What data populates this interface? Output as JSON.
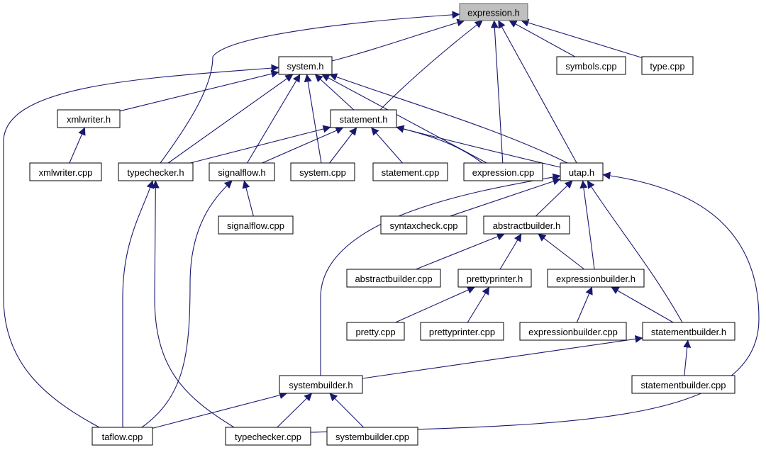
{
  "diagram": {
    "nodes": [
      {
        "id": "expression_h",
        "label": "expression.h",
        "root": true
      },
      {
        "id": "system_h",
        "label": "system.h"
      },
      {
        "id": "symbols_cpp",
        "label": "symbols.cpp"
      },
      {
        "id": "type_cpp",
        "label": "type.cpp"
      },
      {
        "id": "xmlwriter_h",
        "label": "xmlwriter.h"
      },
      {
        "id": "statement_h",
        "label": "statement.h"
      },
      {
        "id": "xmlwriter_cpp",
        "label": "xmlwriter.cpp"
      },
      {
        "id": "typechecker_h",
        "label": "typechecker.h"
      },
      {
        "id": "signalflow_h",
        "label": "signalflow.h"
      },
      {
        "id": "system_cpp",
        "label": "system.cpp"
      },
      {
        "id": "statement_cpp",
        "label": "statement.cpp"
      },
      {
        "id": "expression_cpp",
        "label": "expression.cpp"
      },
      {
        "id": "utap_h",
        "label": "utap.h"
      },
      {
        "id": "signalflow_cpp",
        "label": "signalflow.cpp"
      },
      {
        "id": "syntaxcheck_cpp",
        "label": "syntaxcheck.cpp"
      },
      {
        "id": "abstractbuilder_h",
        "label": "abstractbuilder.h"
      },
      {
        "id": "abstractbuilder_cpp",
        "label": "abstractbuilder.cpp"
      },
      {
        "id": "prettyprinter_h",
        "label": "prettyprinter.h"
      },
      {
        "id": "expressionbuilder_h",
        "label": "expressionbuilder.h"
      },
      {
        "id": "pretty_cpp",
        "label": "pretty.cpp"
      },
      {
        "id": "prettyprinter_cpp",
        "label": "prettyprinter.cpp"
      },
      {
        "id": "expressionbuilder_cpp",
        "label": "expressionbuilder.cpp"
      },
      {
        "id": "statementbuilder_h",
        "label": "statementbuilder.h"
      },
      {
        "id": "systembuilder_h",
        "label": "systembuilder.h"
      },
      {
        "id": "statementbuilder_cpp",
        "label": "statementbuilder.cpp"
      },
      {
        "id": "taflow_cpp",
        "label": "taflow.cpp"
      },
      {
        "id": "typechecker_cpp",
        "label": "typechecker.cpp"
      },
      {
        "id": "systembuilder_cpp",
        "label": "systembuilder.cpp"
      }
    ],
    "edges": [
      {
        "from": "system_h",
        "to": "expression_h"
      },
      {
        "from": "symbols_cpp",
        "to": "expression_h"
      },
      {
        "from": "type_cpp",
        "to": "expression_h"
      },
      {
        "from": "statement_h",
        "to": "expression_h"
      },
      {
        "from": "typechecker_h",
        "to": "expression_h"
      },
      {
        "from": "expression_cpp",
        "to": "expression_h"
      },
      {
        "from": "utap_h",
        "to": "expression_h"
      },
      {
        "from": "xmlwriter_h",
        "to": "system_h"
      },
      {
        "from": "statement_h",
        "to": "system_h"
      },
      {
        "from": "typechecker_h",
        "to": "system_h"
      },
      {
        "from": "signalflow_h",
        "to": "system_h"
      },
      {
        "from": "system_cpp",
        "to": "system_h"
      },
      {
        "from": "expression_cpp",
        "to": "system_h"
      },
      {
        "from": "utap_h",
        "to": "system_h"
      },
      {
        "from": "taflow_cpp",
        "to": "system_h"
      },
      {
        "from": "xmlwriter_cpp",
        "to": "xmlwriter_h"
      },
      {
        "from": "typechecker_h",
        "to": "statement_h"
      },
      {
        "from": "signalflow_h",
        "to": "statement_h"
      },
      {
        "from": "system_cpp",
        "to": "statement_h"
      },
      {
        "from": "statement_cpp",
        "to": "statement_h"
      },
      {
        "from": "expression_cpp",
        "to": "statement_h"
      },
      {
        "from": "utap_h",
        "to": "statement_h"
      },
      {
        "from": "taflow_cpp",
        "to": "typechecker_h"
      },
      {
        "from": "typechecker_cpp",
        "to": "typechecker_h"
      },
      {
        "from": "signalflow_cpp",
        "to": "signalflow_h"
      },
      {
        "from": "taflow_cpp",
        "to": "signalflow_h"
      },
      {
        "from": "syntaxcheck_cpp",
        "to": "utap_h"
      },
      {
        "from": "abstractbuilder_h",
        "to": "utap_h"
      },
      {
        "from": "expressionbuilder_h",
        "to": "utap_h"
      },
      {
        "from": "statementbuilder_h",
        "to": "utap_h"
      },
      {
        "from": "systembuilder_h",
        "to": "utap_h"
      },
      {
        "from": "typechecker_cpp",
        "to": "utap_h"
      },
      {
        "from": "abstractbuilder_cpp",
        "to": "abstractbuilder_h"
      },
      {
        "from": "prettyprinter_h",
        "to": "abstractbuilder_h"
      },
      {
        "from": "expressionbuilder_h",
        "to": "abstractbuilder_h"
      },
      {
        "from": "pretty_cpp",
        "to": "prettyprinter_h"
      },
      {
        "from": "prettyprinter_cpp",
        "to": "prettyprinter_h"
      },
      {
        "from": "expressionbuilder_cpp",
        "to": "expressionbuilder_h"
      },
      {
        "from": "statementbuilder_h",
        "to": "expressionbuilder_h"
      },
      {
        "from": "systembuilder_h",
        "to": "statementbuilder_h"
      },
      {
        "from": "statementbuilder_cpp",
        "to": "statementbuilder_h"
      },
      {
        "from": "taflow_cpp",
        "to": "systembuilder_h"
      },
      {
        "from": "typechecker_cpp",
        "to": "systembuilder_h"
      },
      {
        "from": "systembuilder_cpp",
        "to": "systembuilder_h"
      }
    ],
    "colors": {
      "edge": "#191970",
      "node_border": "#000000",
      "root_fill": "#bfbfbf",
      "node_fill": "#ffffff"
    }
  }
}
